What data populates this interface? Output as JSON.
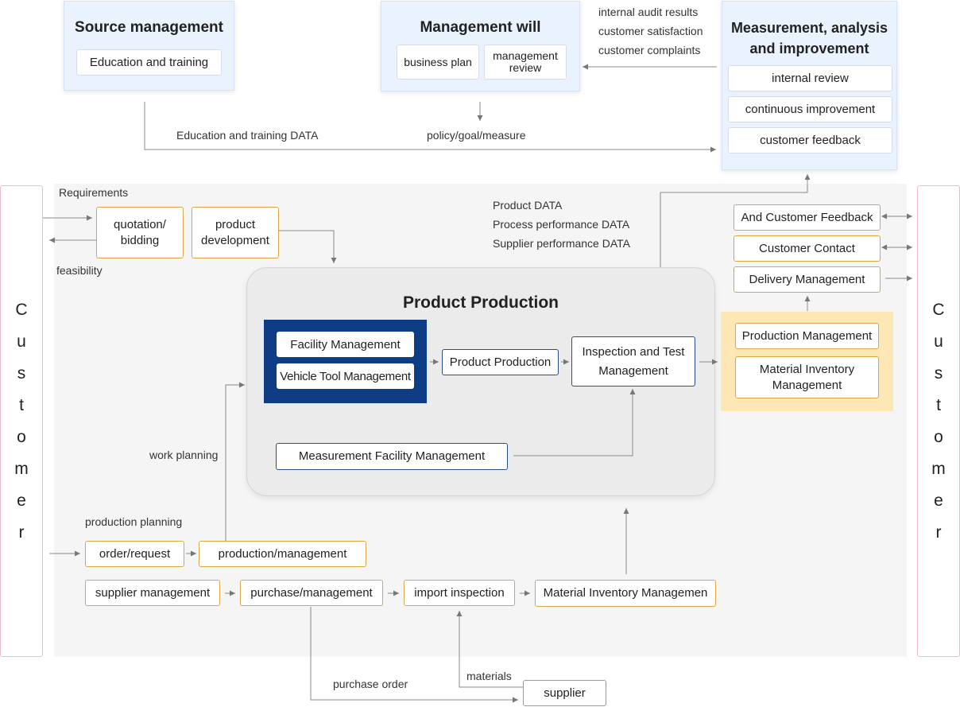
{
  "source_management": {
    "title": "Source management",
    "education_training": "Education and training"
  },
  "management_will": {
    "title": "Management will",
    "business_plan": "business plan",
    "management_review": "management review"
  },
  "measurement": {
    "title": "Measurement, analysis and improvement",
    "internal_review": "internal review",
    "continuous_improvement": "continuous improvement",
    "customer_feedback": "customer feedback"
  },
  "labels": {
    "internal_audit": "internal audit results",
    "customer_satisfaction": "customer satisfaction",
    "customer_complaints": "customer complaints",
    "education_data": "Education and training DATA",
    "policy_goal": "policy/goal/measure",
    "requirements": "Requirements",
    "feasibility": "feasibility",
    "product_data": "Product DATA",
    "process_data": "Process performance DATA",
    "supplier_data": "Supplier performance DATA",
    "work_planning": "work planning",
    "production_planning": "production planning",
    "purchase_order": "purchase order",
    "materials": "materials"
  },
  "customer_left": [
    "C",
    "u",
    "s",
    "t",
    "o",
    "m",
    "e",
    "r"
  ],
  "customer_right": [
    "C",
    "u",
    "s",
    "t",
    "o",
    "m",
    "e",
    "r"
  ],
  "boxes": {
    "quotation": "quotation/ bidding",
    "product_development": "product development",
    "and_customer_feedback": "And Customer Feedback",
    "customer_contact": "Customer Contact",
    "delivery_management": "Delivery Management",
    "production_management": "Production Management",
    "material_inventory": "Material Inventory Management",
    "order_request": "order/request",
    "production_mgmt": "production/management",
    "supplier_management": "supplier management",
    "purchase_management": "purchase/management",
    "import_inspection": "import inspection",
    "material_inventory_bottom": "Material Inventory Managemen",
    "supplier": "supplier"
  },
  "product_production": {
    "title": "Product Production",
    "facility_management": "Facility Management",
    "vehicle_tool_management": "Vehicle Tool Management",
    "product_production_box": "Product Production",
    "inspection_test": "Inspection and Test Management",
    "measurement_facility": "Measurement Facility Management"
  },
  "colors": {
    "top_panel_bg": "#e9f2fd",
    "orange_border": "#d9a74a",
    "navy": "#0f3d85",
    "yellow_panel": "#fde7b5",
    "customer_border": "#f0bccb",
    "background_area": "#f5f5f5"
  }
}
